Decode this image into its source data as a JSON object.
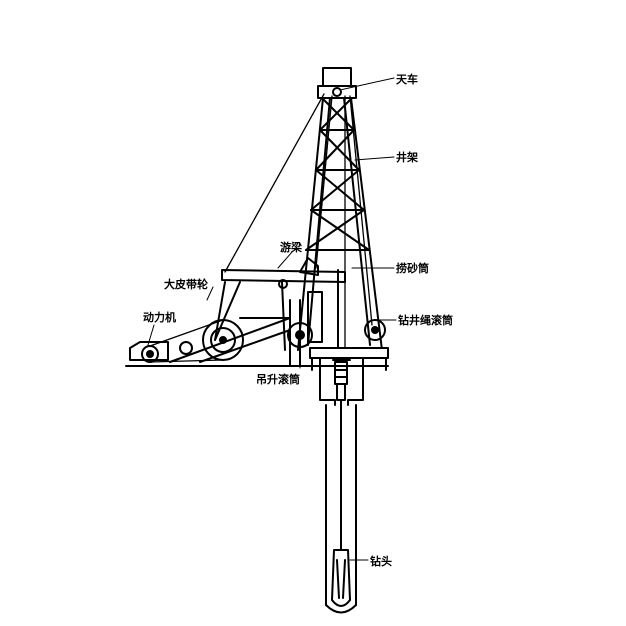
{
  "labels": {
    "crown_block": "天车",
    "derrick": "井架",
    "walking_beam": "游梁",
    "big_belt_wheel": "大皮带轮",
    "engine": "动力机",
    "sand_drum": "捞砂筒",
    "cable_drum": "钻井绳滚筒",
    "hoist_drum": "吊升滚筒",
    "drill_bit": "钻头"
  }
}
